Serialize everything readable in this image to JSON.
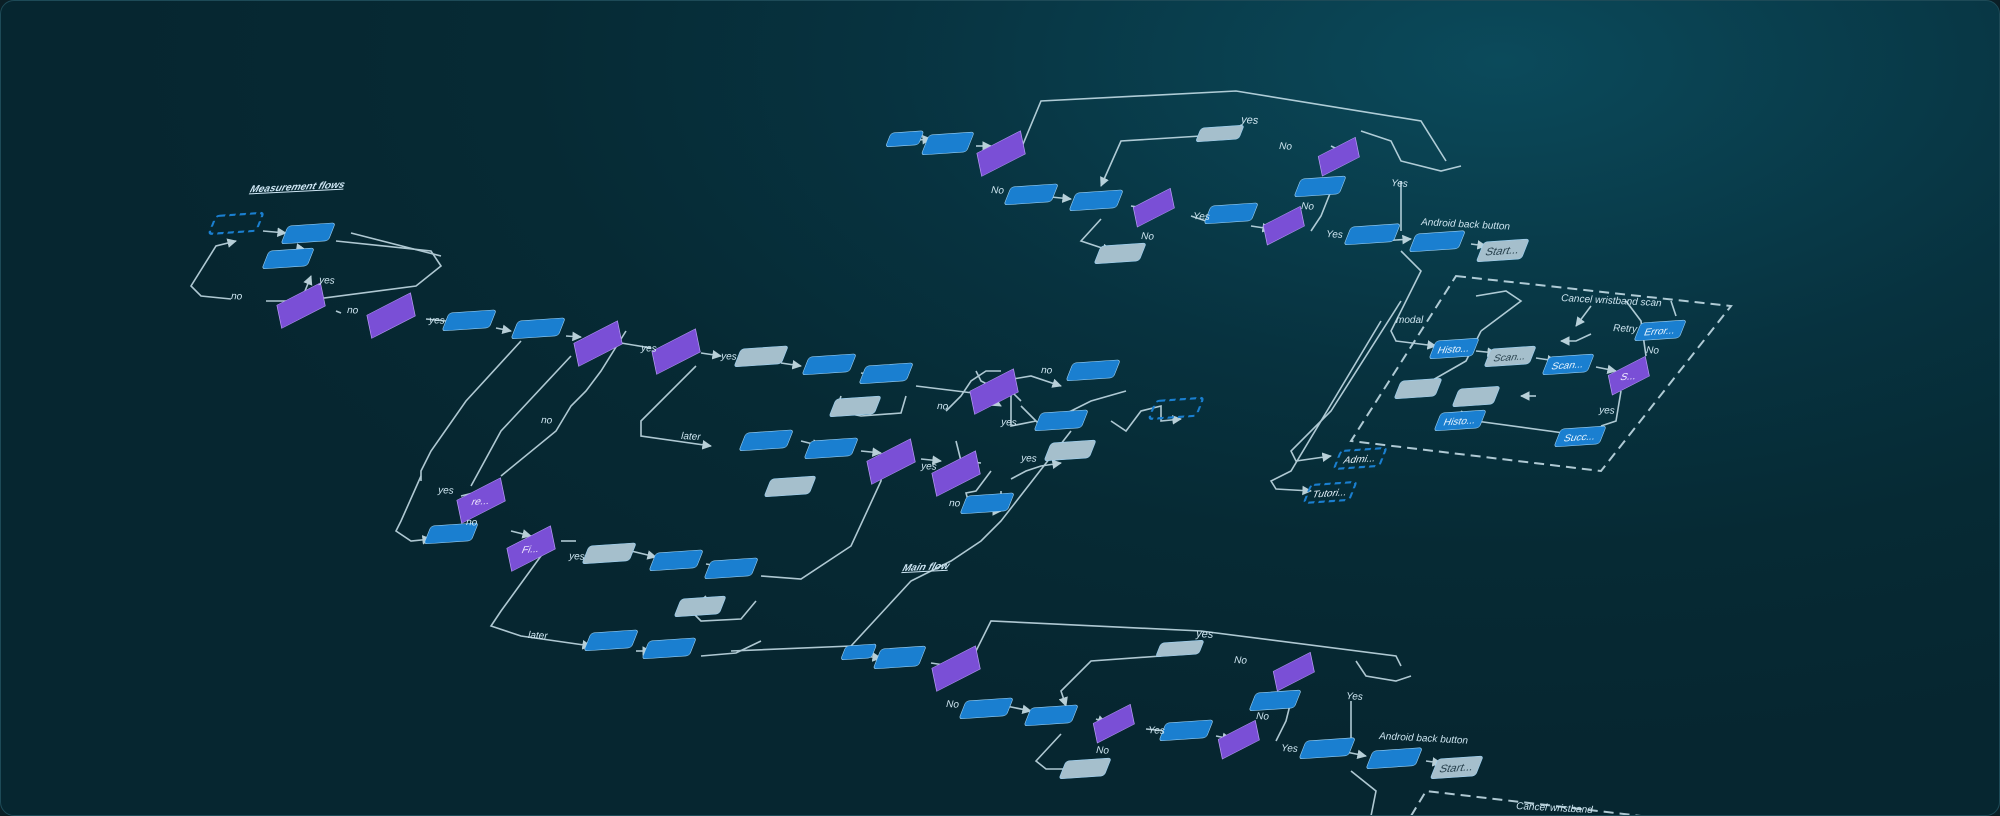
{
  "headings": {
    "measurement": "Measurement flows",
    "main": "Main flow"
  },
  "edges": {
    "yes": "yes",
    "no": "no",
    "No": "No",
    "Yes": "Yes",
    "later": "later",
    "modal": "modal",
    "Retry": "Retry"
  },
  "top_flow": {
    "android_back": "Android back button",
    "cancel_scan": "Cancel wristband scan",
    "start_node": "Start...",
    "histo_1": "Histo...",
    "scan_1": "Scan...",
    "scan_2": "Scan...",
    "error": "Error...",
    "succ": "Succ...",
    "histo_2": "Histo...",
    "admin": "Admi...",
    "tutorial": "Tutori...",
    "s_diamond": "S..."
  },
  "bottom_flow": {
    "android_back": "Android back button",
    "cancel_scan": "Cancel wristband",
    "start_node": "Start..."
  },
  "measurement_flow": {
    "re_diamond": "re...",
    "fi_diamond": "Fi..."
  },
  "colors": {
    "blue_node": "#1a7fd0",
    "purple_node": "#7a4fd6",
    "grey_node": "#a5bfcc",
    "line": "#d7ecf4",
    "background": "#073441"
  }
}
